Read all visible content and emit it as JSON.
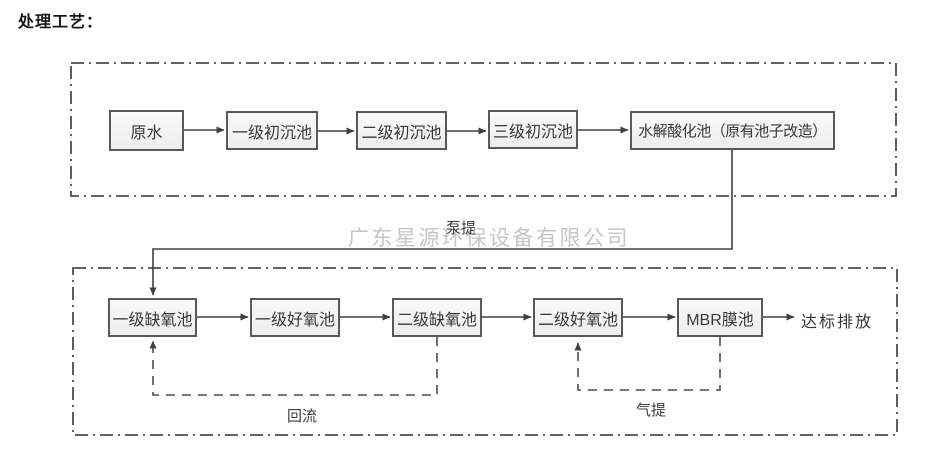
{
  "title": "处理工艺：",
  "watermark": "广东星源环保设备有限公司",
  "colors": {
    "box_border": "#595959",
    "box_fill": "#f0f0f0",
    "line": "#404040",
    "dash_border": "#4d4d4d",
    "watermark": "#c6c6c6",
    "text": "#383838"
  },
  "nodes": {
    "raw_water": "原水",
    "sed1": "一级初沉池",
    "sed2": "二级初沉池",
    "sed3": "三级初沉池",
    "hydrolysis": "水解酸化池（原有池子改造）",
    "anoxic1": "一级缺氧池",
    "aerobic1": "一级好氧池",
    "anoxic2": "二级缺氧池",
    "aerobic2": "二级好氧池",
    "mbr": "MBR膜池",
    "outfall": "达标排放"
  },
  "edge_labels": {
    "pump": "泵提",
    "reflux": "回流",
    "airlift": "气提"
  }
}
